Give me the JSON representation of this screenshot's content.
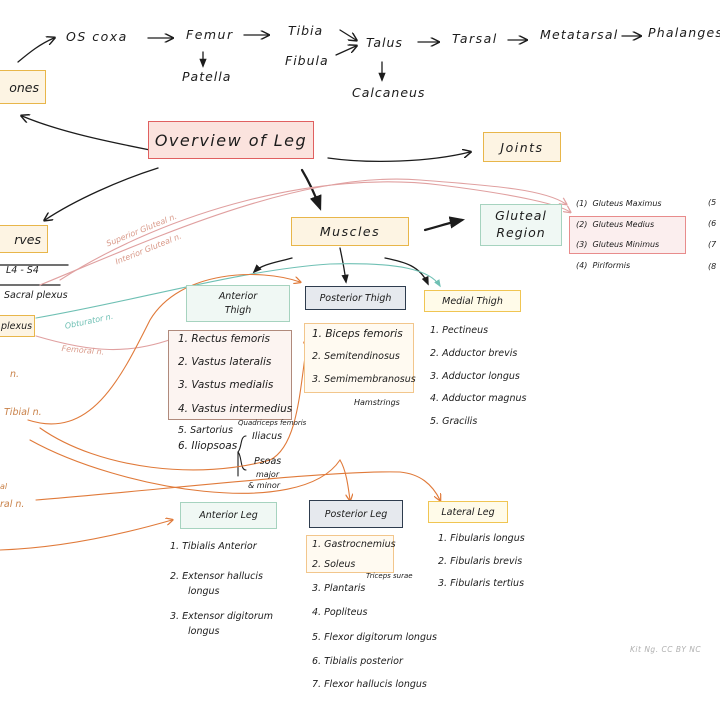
{
  "bones_chain": {
    "os_coxa": "OS coxa",
    "femur": "Femur",
    "patella": "Patella",
    "tibia": "Tibia",
    "fibula": "Fibula",
    "talus": "Talus",
    "calcaneus": "Calcaneus",
    "tarsal": "Tarsal",
    "metatarsal": "Metatarsal",
    "phalanges": "Phalanges"
  },
  "boxes": {
    "bones": "ones",
    "overview": "Overview of Leg",
    "joints": "Joints",
    "nerves": "rves",
    "muscles": "Muscles",
    "gluteal": "Gluteal\nRegion",
    "anterior_thigh": "Anterior\nThigh",
    "posterior_thigh": "Posterior Thigh",
    "medial_thigh": "Medial Thigh",
    "anterior_leg": "Anterior Leg",
    "posterior_leg": "Posterior Leg",
    "lateral_leg": "Lateral Leg",
    "plexus": "plexus"
  },
  "nerves": {
    "l4_s4": "L4 - S4",
    "sacral_plexus": "Sacral plexus",
    "superior_gluteal": "Superior Gluteal n.",
    "inferior_gluteal": "Interior Gluteal n.",
    "obturator": "Obturator n.",
    "femoral": "Femoral n.",
    "n_frag": "n.",
    "tibial": "Tibial n.",
    "al_frag": "al",
    "ral_frag": "ral n."
  },
  "gluteal_muscles": [
    {
      "num": "(1)",
      "name": "Gluteus  Maximus"
    },
    {
      "num": "(2)",
      "name": "Gluteus  Medius"
    },
    {
      "num": "(3)",
      "name": "Gluteus  Minimus"
    },
    {
      "num": "(4)",
      "name": "Piriformis"
    }
  ],
  "gluteal_right_nums": [
    "(5",
    "(6",
    "(7",
    "(8"
  ],
  "anterior_thigh_muscles": [
    "1.  Rectus  femoris",
    "2.  Vastus  lateralis",
    "3.  Vastus  medialis",
    "4.  Vastus  intermedius",
    "5.  Sartorius",
    "6.  Iliopsoas"
  ],
  "quadriceps_note": "Quadriceps femoris",
  "iliopsoas_parts": [
    "Iliacus",
    "Psoas",
    "major",
    "& minor"
  ],
  "posterior_thigh_muscles": [
    "1.  Biceps  femoris",
    "2.  Semitendinosus",
    "3.  Semimembranosus"
  ],
  "hamstrings_note": "Hamstrings",
  "medial_thigh_muscles": [
    "1.  Pectineus",
    "2.  Adductor  brevis",
    "3.  Adductor  longus",
    "4.  Adductor  magnus",
    "5.  Gracilis"
  ],
  "anterior_leg_muscles": [
    "1.  Tibialis  Anterior",
    "2.  Extensor  hallucis",
    "longus",
    "3.  Extensor  digitorum",
    "longus"
  ],
  "posterior_leg_muscles": [
    "1.  Gastrocnemius",
    "2.  Soleus",
    "3.  Plantaris",
    "4.  Popliteus",
    "5.  Flexor  digitorum  longus",
    "6.  Tibialis  posterior",
    "7.  Flexor  hallucis  longus"
  ],
  "triceps_note": "Triceps surae",
  "lateral_leg_muscles": [
    "1.  Fibularis  longus",
    "2.  Fibularis  brevis",
    "3.  Fibularis  tertius"
  ],
  "credit": "Kit Ng.  CC  BY  NC",
  "colors": {
    "yellow_border": "#e8b64a",
    "red_border": "#e06060",
    "green_border": "#a6d3bf",
    "navy_border": "#2e3c4e",
    "orange_arrow": "#e07a3a",
    "teal_arrow": "#6fc0b4",
    "pink_arrow": "#e0a0a0"
  }
}
